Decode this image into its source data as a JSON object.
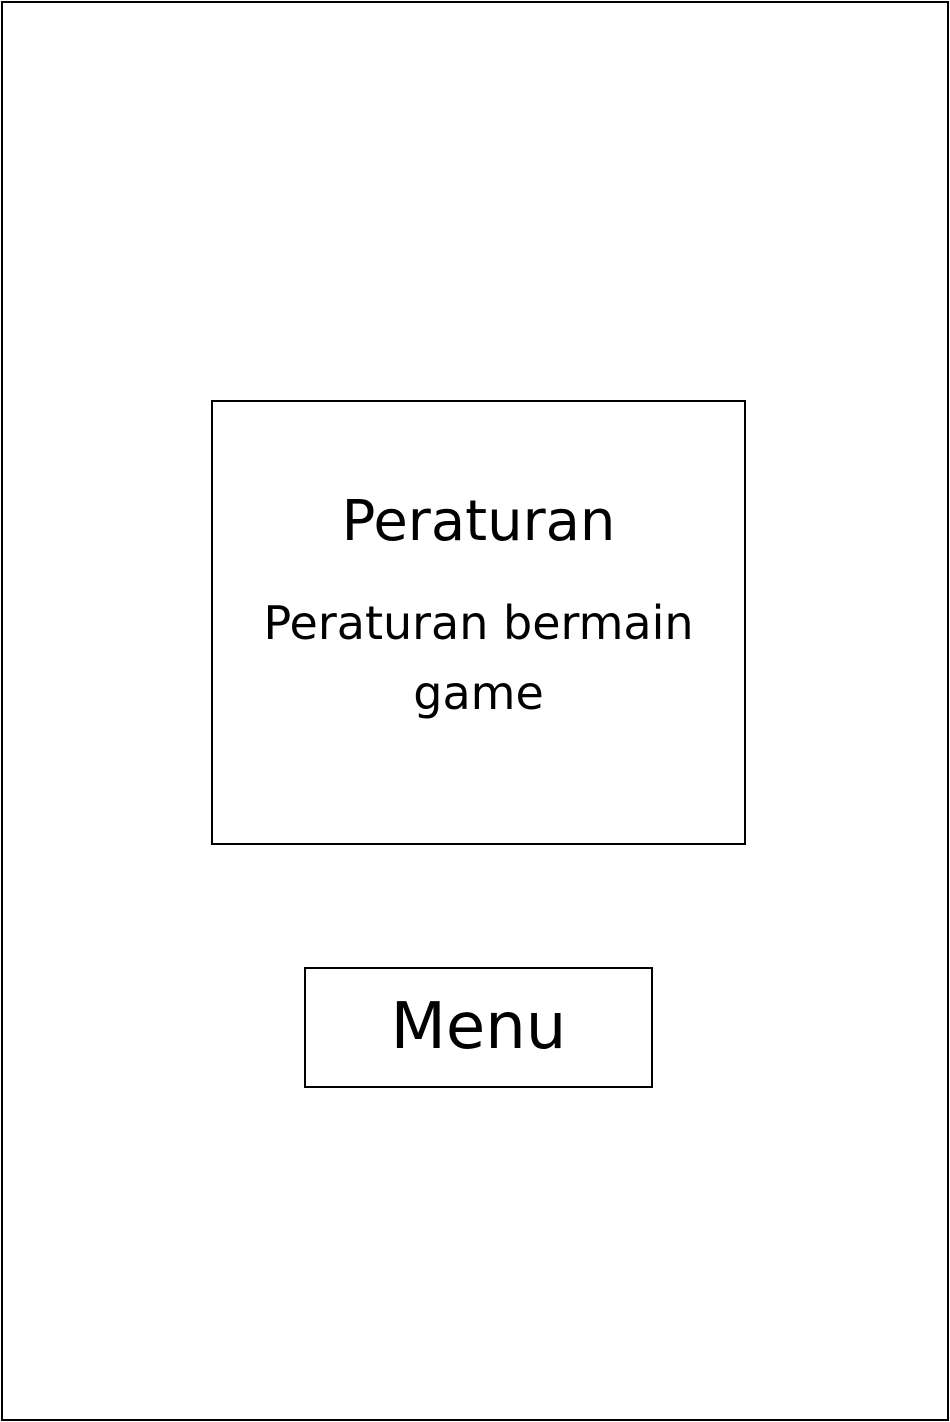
{
  "rules_panel": {
    "title": "Peraturan",
    "body": "Peraturan bermain game"
  },
  "actions": {
    "menu_label": "Menu"
  }
}
